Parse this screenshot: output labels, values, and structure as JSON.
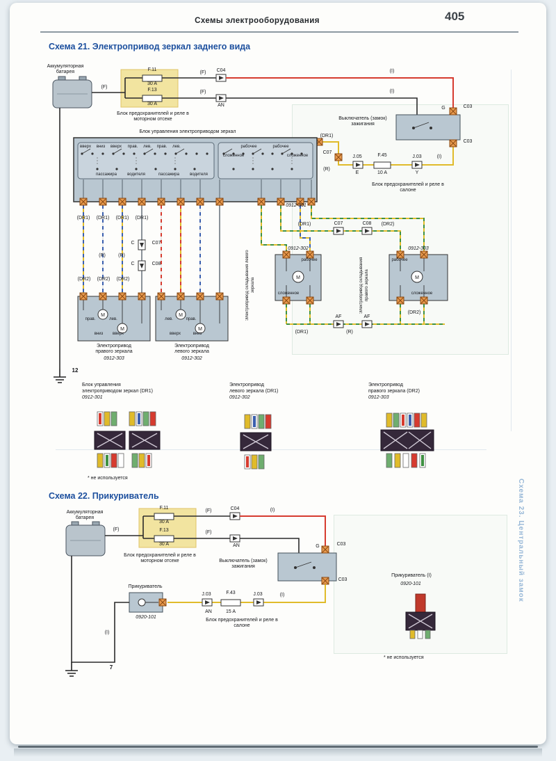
{
  "page": {
    "header": "Схемы электрооборудования",
    "number": "405",
    "ghost_vertical": "Схема 23. Центральный замок"
  },
  "titles": {
    "s21": "Схема 21. Электропривод зеркал заднего вида",
    "s22": "Схема 22. Прикуриватель"
  },
  "labels": {
    "battery": "Аккумуляторная батарея",
    "engine_fusebox": "Блок предохранителей и реле в моторном отсеке",
    "cabin_fusebox": "Блок предохранителей и реле в салоне",
    "ignition": "Выключатель (замок) зажигания",
    "mirror_control": "Блок управления электроприводом зеркал",
    "right_mirror": "Электропривод правого зеркала",
    "left_mirror": "Электропривод левого зеркала",
    "fold_left": "Электропривод складывания левого зеркала",
    "fold_right": "Электропривод складывания правого зеркала",
    "lighter": "Прикуриватель",
    "lighter_conn": "Прикуриватель (I)",
    "not_used": "* не используется",
    "pin1a": "Блок управления",
    "pin1b": "электроприводом зеркал (DR1)",
    "pin2a": "Электропривод",
    "pin2b": "левого зеркала (DR1)",
    "pin3a": "Электропривод",
    "pin3b": "правого зеркала (DR2)"
  },
  "codes": {
    "u301": "0912-301",
    "u302": "0912-302",
    "u303": "0912-303",
    "u101": "0920-101"
  },
  "fuses": {
    "f11": "F.11",
    "f11a": "30 A",
    "f13": "F.13",
    "f13a": "30 A",
    "f45": "F.45",
    "f45a": "10 A",
    "f43": "F.43",
    "f43a": "15 A"
  },
  "conn": {
    "c03": "C03",
    "c04": "C04",
    "c07": "C07",
    "c08": "C08",
    "an": "AN",
    "g": "G",
    "e": "E",
    "y": "Y",
    "af": "AF",
    "j03": "J.03",
    "j05": "J.05",
    "c": "C"
  },
  "wires": {
    "f": "(F)",
    "i": "(I)",
    "r": "(R)",
    "dr1": "(DR1)",
    "dr2": "(DR2)"
  },
  "sw": {
    "up": "вверх",
    "down": "вниз",
    "right": "прав.",
    "left": "лев.",
    "folded": "сложенное",
    "working": "рабочее",
    "passenger": "пассажира",
    "driver": "водителя",
    "m": "M"
  },
  "grounds": {
    "g12": "12",
    "g7": "7"
  }
}
